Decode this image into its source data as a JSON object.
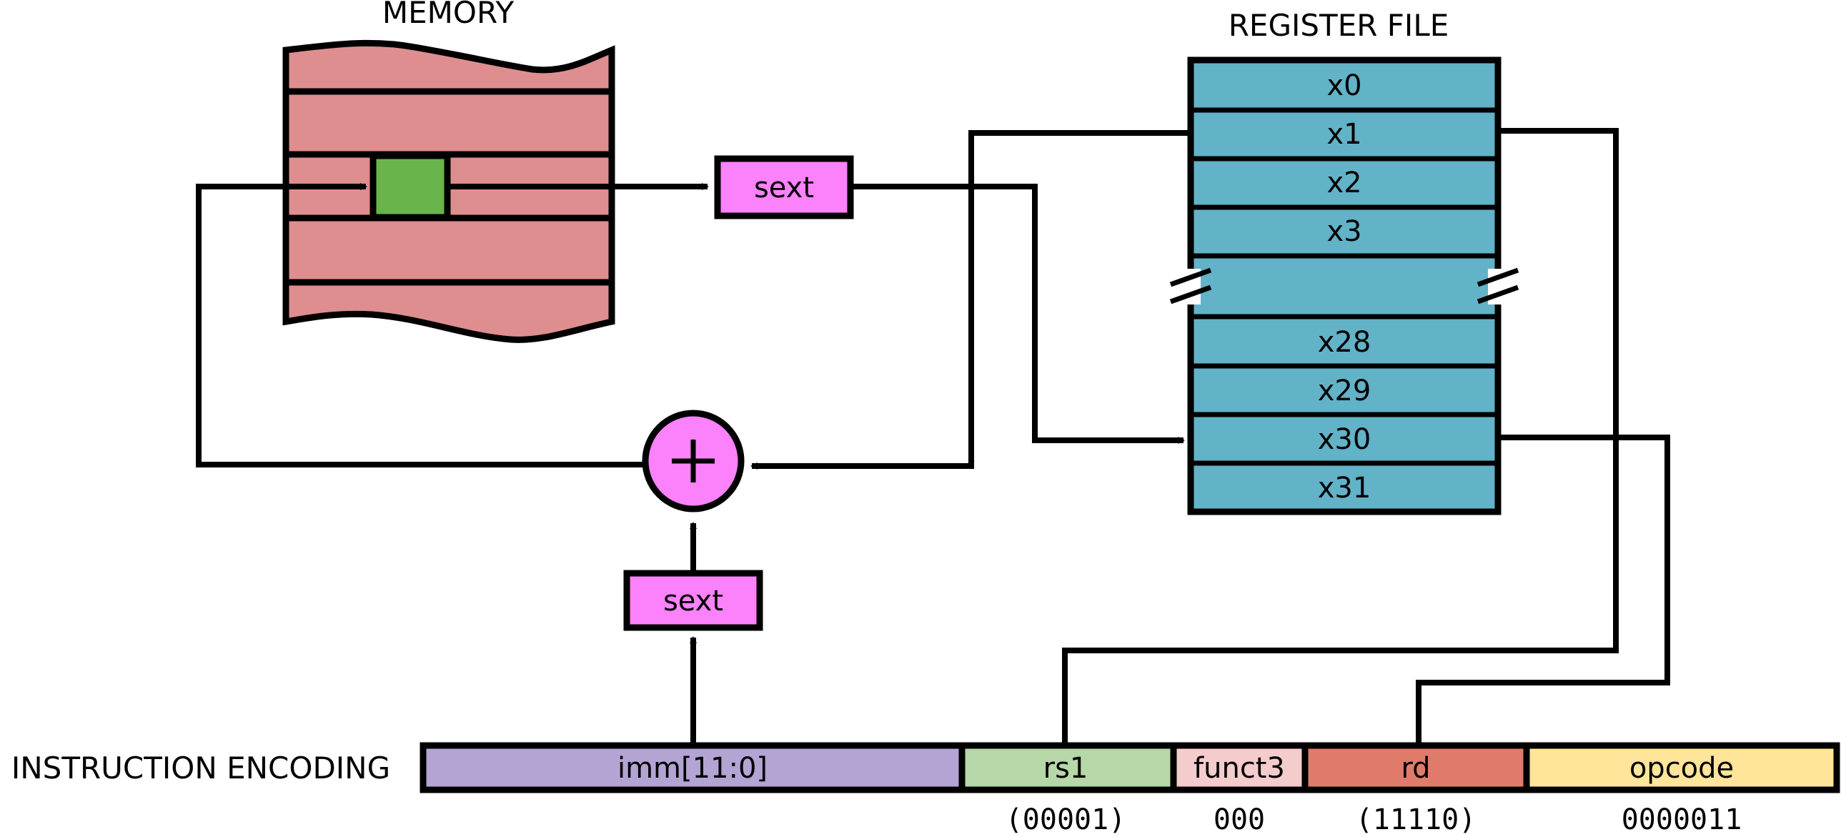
{
  "labels": {
    "memory": "MEMORY",
    "register_file": "REGISTER FILE",
    "instruction_encoding": "INSTRUCTION ENCODING"
  },
  "units": {
    "sext_top": "sext",
    "sext_bottom": "sext",
    "adder_symbol": "+"
  },
  "registers": [
    "x0",
    "x1",
    "x2",
    "x3",
    "x28",
    "x29",
    "x30",
    "x31"
  ],
  "encoding": {
    "fields": [
      {
        "name": "imm[11:0]",
        "value": ""
      },
      {
        "name": "rs1",
        "value": "(00001)"
      },
      {
        "name": "funct3",
        "value": "000"
      },
      {
        "name": "rd",
        "value": "(11110)"
      },
      {
        "name": "opcode",
        "value": "0000011"
      }
    ]
  },
  "colors": {
    "memory": "#de8e8e",
    "memory_cell": "#6ab44c",
    "register": "#62b2c8",
    "sext": "#fb82fb",
    "imm": "#b3a4d4",
    "rs1": "#b6d7a8",
    "funct3": "#f4cccc",
    "rd": "#e07b6b",
    "opcode": "#ffe599"
  }
}
